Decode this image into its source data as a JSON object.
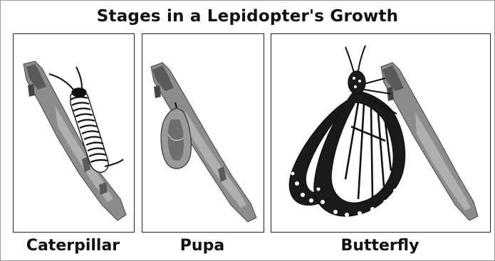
{
  "title": "Stages in a Lepidopter's Growth",
  "stages": [
    {
      "label": "Caterpillar",
      "icon": "caterpillar-icon"
    },
    {
      "label": "Pupa",
      "icon": "pupa-icon"
    },
    {
      "label": "Butterfly",
      "icon": "butterfly-icon"
    }
  ],
  "colors": {
    "branch_dark": "#5a5a5a",
    "branch_mid": "#8c8c8c",
    "branch_light": "#b8b8b8",
    "outline": "#111111"
  }
}
